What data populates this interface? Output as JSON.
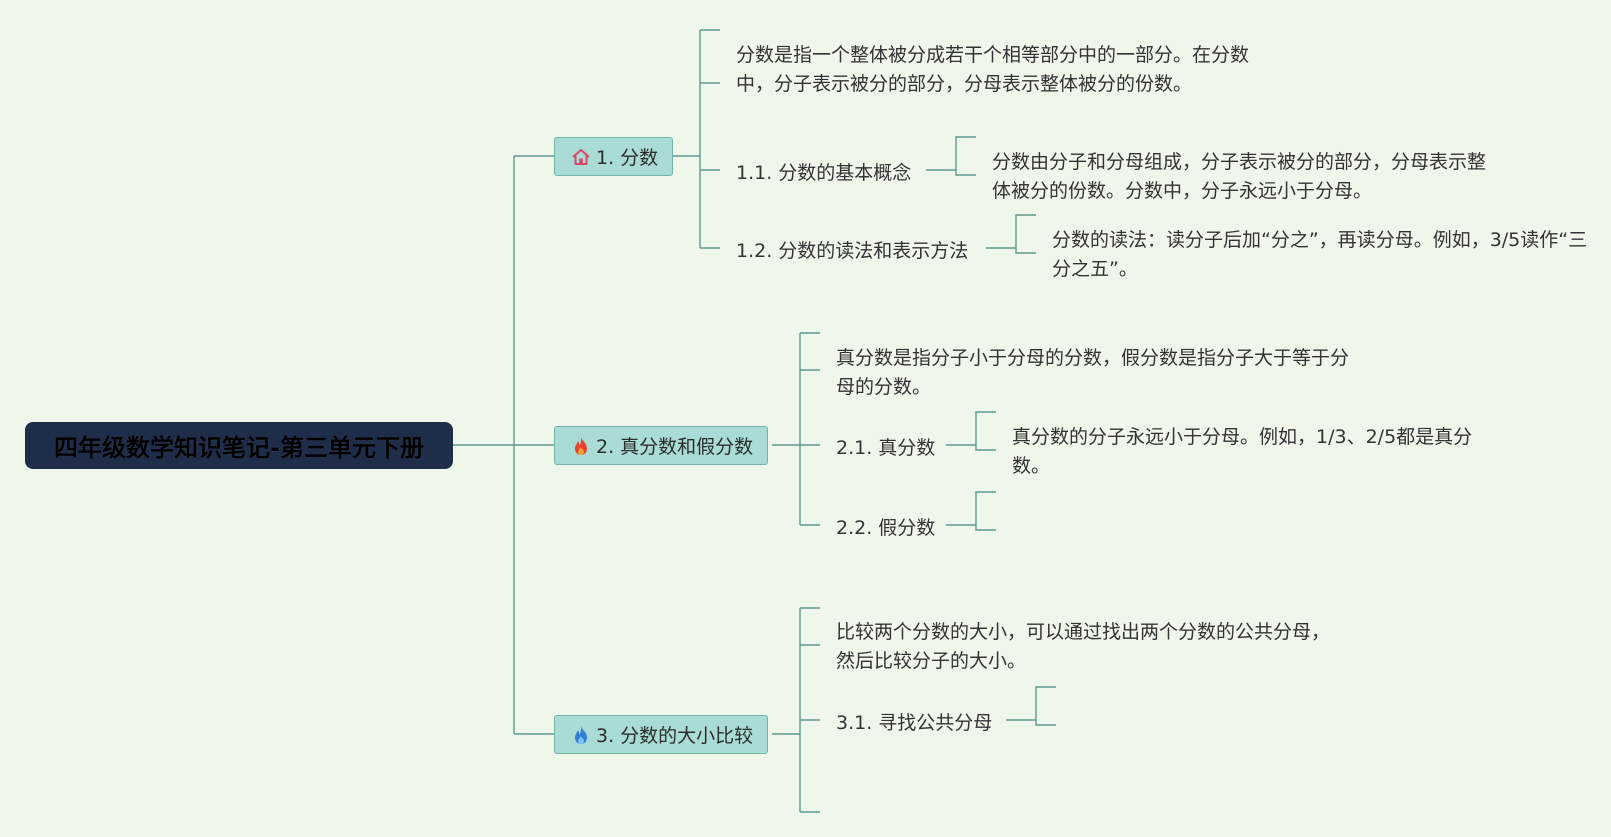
{
  "root": {
    "title": "四年级数学知识笔记-第三单元下册"
  },
  "colors": {
    "background": "#eef7ea",
    "root": "#1e2d4a",
    "topic": "#a9dcd6",
    "line": "#5f9a8c"
  },
  "topics": [
    {
      "label": "1. 分数",
      "icon": "home-icon",
      "note": "分数是指一个整体被分成若干个相等部分中的一部分。在分数中，分子表示被分的部分，分母表示整体被分的份数。",
      "subs": [
        {
          "label": "1.1. 分数的基本概念",
          "note": "分数由分子和分母组成，分子表示被分的部分，分母表示整体被分的份数。分数中，分子永远小于分母。"
        },
        {
          "label": "1.2. 分数的读法和表示方法",
          "note": "分数的读法：读分子后加“分之”，再读分母。例如，3/5读作“三分之五”。"
        }
      ]
    },
    {
      "label": "2. 真分数和假分数",
      "icon": "fire-icon",
      "note": "真分数是指分子小于分母的分数，假分数是指分子大于等于分母的分数。",
      "subs": [
        {
          "label": "2.1. 真分数",
          "note": "真分数的分子永远小于分母。例如，1/3、2/5都是真分数。"
        },
        {
          "label": "2.2. 假分数",
          "note": ""
        }
      ]
    },
    {
      "label": "3. 分数的大小比较",
      "icon": "water-drop-icon",
      "note": "比较两个分数的大小，可以通过找出两个分数的公共分母，然后比较分子的大小。",
      "subs": [
        {
          "label": "3.1. 寻找公共分母",
          "note": ""
        }
      ]
    }
  ]
}
